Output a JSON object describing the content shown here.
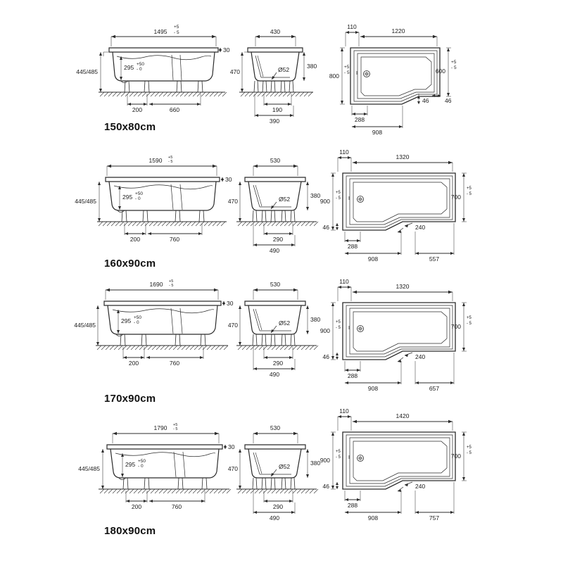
{
  "document": {
    "type": "technical-drawing-sheet",
    "subject": "L-shaped shower bath dimensional drawings",
    "units": "mm",
    "views_per_row": [
      "side-elevation",
      "end-elevation",
      "plan-view"
    ],
    "line_color": "#2b2b2b",
    "background_color": "#ffffff",
    "text_color": "#1a1a1a"
  },
  "rows": [
    {
      "id": "row-150x80",
      "title": "150x80cm",
      "side_view": {
        "overall_length": "1495",
        "tolerance_plus": "+5",
        "tolerance_minus": "- 5",
        "rim_thickness": "30",
        "height_range": "445/485",
        "internal_depth": "295",
        "internal_depth_tol_plus": "+50",
        "internal_depth_tol_minus": "- 0",
        "leg_spacing_a": "200",
        "leg_spacing_b": "660"
      },
      "end_view": {
        "top_width": "430",
        "overall_height": "470",
        "body_height": "380",
        "waste_diameter": "Ø52",
        "leg_spacing_a": "190",
        "leg_spacing_b": "390"
      },
      "plan_view": {
        "edge_offset": "110",
        "inner_length": "1220",
        "overall_width": "800",
        "overall_width_tol_plus": "+5",
        "overall_width_tol_minus": "- 5",
        "narrow_width": "600",
        "narrow_width_tol_plus": "+5",
        "narrow_width_tol_minus": "- 5",
        "step_a": "46",
        "step_b": "46",
        "front_panel": "288",
        "long_run": "908",
        "short_run": "",
        "angle_run": ""
      }
    },
    {
      "id": "row-160x90",
      "title": "160x90cm",
      "side_view": {
        "overall_length": "1590",
        "tolerance_plus": "+5",
        "tolerance_minus": "- 5",
        "rim_thickness": "30",
        "height_range": "445/485",
        "internal_depth": "295",
        "internal_depth_tol_plus": "+50",
        "internal_depth_tol_minus": "- 0",
        "leg_spacing_a": "200",
        "leg_spacing_b": "760"
      },
      "end_view": {
        "top_width": "530",
        "overall_height": "470",
        "body_height": "380",
        "waste_diameter": "Ø52",
        "leg_spacing_a": "290",
        "leg_spacing_b": "490"
      },
      "plan_view": {
        "edge_offset": "110",
        "inner_length": "1320",
        "overall_width": "900",
        "overall_width_tol_plus": "+5",
        "overall_width_tol_minus": "- 5",
        "narrow_width": "700",
        "narrow_width_tol_plus": "+5",
        "narrow_width_tol_minus": "- 5",
        "step_a": "46",
        "step_b": "",
        "front_panel": "288",
        "long_run": "908",
        "short_run": "557",
        "angle_run": "240"
      }
    },
    {
      "id": "row-170x90",
      "title": "170x90cm",
      "side_view": {
        "overall_length": "1690",
        "tolerance_plus": "+5",
        "tolerance_minus": "- 5",
        "rim_thickness": "30",
        "height_range": "445/485",
        "internal_depth": "295",
        "internal_depth_tol_plus": "+50",
        "internal_depth_tol_minus": "- 0",
        "leg_spacing_a": "200",
        "leg_spacing_b": "760"
      },
      "end_view": {
        "top_width": "530",
        "overall_height": "470",
        "body_height": "380",
        "waste_diameter": "Ø52",
        "leg_spacing_a": "290",
        "leg_spacing_b": "490"
      },
      "plan_view": {
        "edge_offset": "110",
        "inner_length": "1320",
        "overall_width": "900",
        "overall_width_tol_plus": "+5",
        "overall_width_tol_minus": "- 5",
        "narrow_width": "700",
        "narrow_width_tol_plus": "+5",
        "narrow_width_tol_minus": "- 5",
        "step_a": "46",
        "step_b": "",
        "front_panel": "288",
        "long_run": "908",
        "short_run": "657",
        "angle_run": "240"
      }
    },
    {
      "id": "row-180x90",
      "title": "180x90cm",
      "side_view": {
        "overall_length": "1790",
        "tolerance_plus": "+5",
        "tolerance_minus": "- 5",
        "rim_thickness": "30",
        "height_range": "445/485",
        "internal_depth": "295",
        "internal_depth_tol_plus": "+50",
        "internal_depth_tol_minus": "- 0",
        "leg_spacing_a": "200",
        "leg_spacing_b": "760"
      },
      "end_view": {
        "top_width": "530",
        "overall_height": "470",
        "body_height": "380",
        "waste_diameter": "Ø52",
        "leg_spacing_a": "290",
        "leg_spacing_b": "490"
      },
      "plan_view": {
        "edge_offset": "110",
        "inner_length": "1420",
        "overall_width": "900",
        "overall_width_tol_plus": "+5",
        "overall_width_tol_minus": "- 5",
        "narrow_width": "700",
        "narrow_width_tol_plus": "+5",
        "narrow_width_tol_minus": "- 5",
        "step_a": "46",
        "step_b": "",
        "front_panel": "288",
        "long_run": "908",
        "short_run": "757",
        "angle_run": "240"
      }
    }
  ]
}
